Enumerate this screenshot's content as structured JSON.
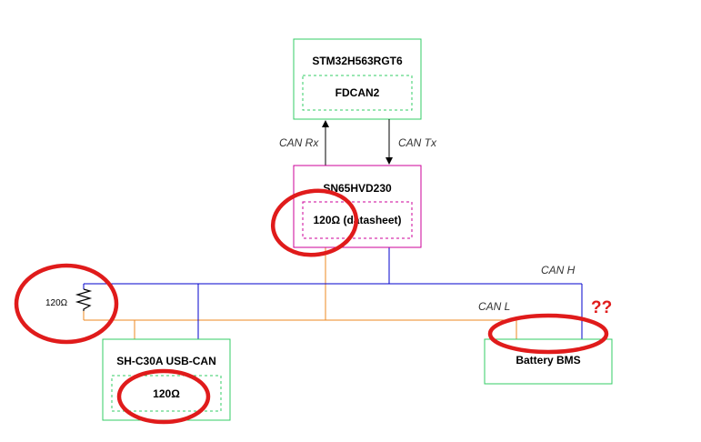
{
  "mcu": {
    "name": "STM32H563RGT6",
    "peripheral": "FDCAN2"
  },
  "transceiver": {
    "name": "SN65HVD230",
    "termination": "120Ω (datasheet)"
  },
  "signals": {
    "rx": "CAN Rx",
    "tx": "CAN Tx",
    "can_h": "CAN H",
    "can_l": "CAN L"
  },
  "resistor": {
    "label": "120Ω"
  },
  "usb_can": {
    "name": "SH-C30A USB-CAN",
    "termination": "120Ω"
  },
  "bms": {
    "name": "Battery BMS"
  },
  "question_mark": "??",
  "colors": {
    "mcu_border": "#33cc66",
    "transceiver_border": "#cc0099",
    "can_h_wire": "#0000cc",
    "can_l_wire": "#ee8822",
    "annotation": "#e01b1b"
  }
}
